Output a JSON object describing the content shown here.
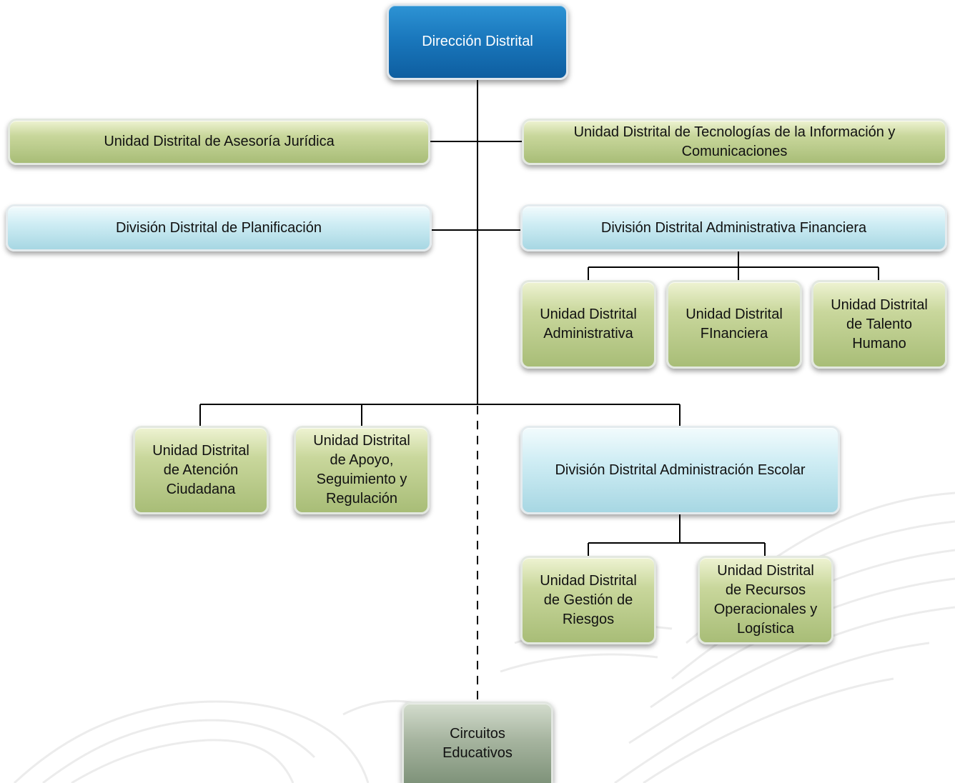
{
  "org_chart": {
    "direccion": "Dirección Distrital",
    "asesoria_juridica": "Unidad Distrital de Asesoría Jurídica",
    "tics": "Unidad Distrital de Tecnologías de la Información y\nComunicaciones",
    "planificacion": "División Distrital de Planificación",
    "administrativa_financiera": "División Distrital Administrativa Financiera",
    "administrativa": "Unidad Distrital\nAdministrativa",
    "financiera": "Unidad Distrital\nFInanciera",
    "talento_humano": "Unidad Distrital\nde Talento\nHumano",
    "atencion_ciudadana": "Unidad Distrital\nde Atención\nCiudadana",
    "apoyo_seguimiento": "Unidad Distrital\nde Apoyo,\nSeguimiento y\nRegulación",
    "administracion_escolar": "División Distrital Administración Escolar",
    "gestion_riesgos": "Unidad Distrital\nde Gestión de\nRiesgos",
    "recursos_operacionales": "Unidad Distrital\nde Recursos\nOperacionales y\nLogística",
    "circuitos": "Circuitos\nEducativos"
  },
  "colors": {
    "level_1": "#1a78bd",
    "unit": "#c9d79c",
    "division": "#cfedf4",
    "circuits": "#a7b5a0",
    "connector": "#000000"
  }
}
